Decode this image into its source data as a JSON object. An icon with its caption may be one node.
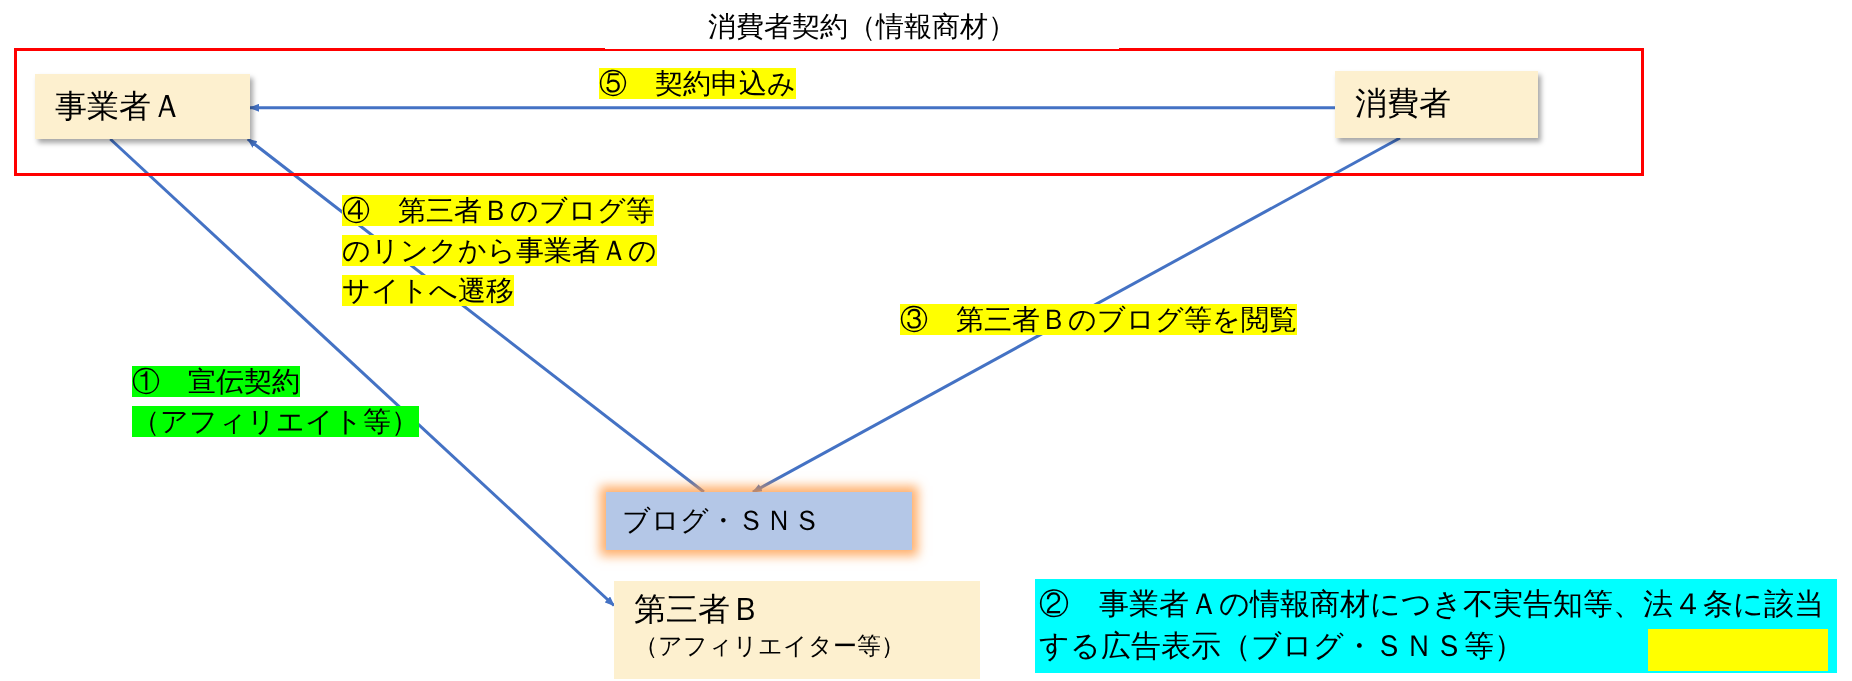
{
  "diagram": {
    "nodes": [
      {
        "text": [
          "消費者契約（情報商材）"
        ]
      },
      {
        "text": [
          "事業者Ａ"
        ],
        "in": 0
      },
      {
        "text": [
          "消費者"
        ],
        "in": 0
      },
      {
        "text": [
          "ブログ・ＳＮＳ"
        ]
      },
      {
        "text": [
          "第三者Ｂ",
          "（アフィリエイター等）"
        ]
      }
    ],
    "edges": [
      {
        "from": 2,
        "to": 1,
        "arrow": "to",
        "label": "⑤　契約申込み"
      },
      {
        "from": 1,
        "to": 4,
        "arrow": "to",
        "label": "①　宣伝契約（アフィリエイト等）"
      },
      {
        "from": 2,
        "to": 3,
        "arrow": "to",
        "label": "③　第三者Ｂのブログ等を閲覧"
      },
      {
        "from": 3,
        "to": 1,
        "arrow": "to",
        "label": "④　第三者Ｂのブログ等のリンクから事業者Ａのサイトへ遷移"
      }
    ],
    "labels": [
      "②　事業者Ａの情報商材につき不実告知等、法４条に該当する広告表示（ブログ・ＳＮＳ等）"
    ]
  }
}
